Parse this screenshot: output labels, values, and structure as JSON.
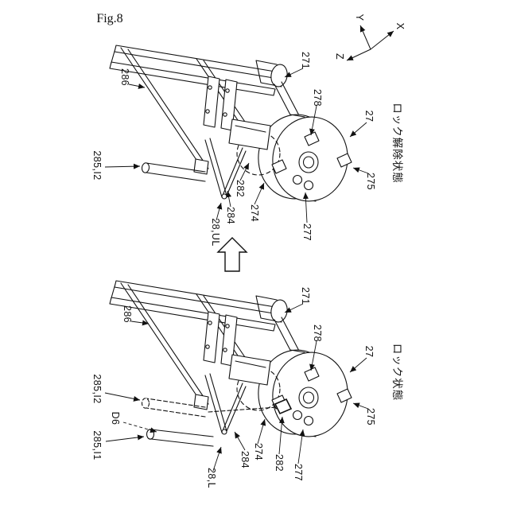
{
  "figure_title": "Fig.8",
  "axes": {
    "x_label": "X",
    "y_label": "Y",
    "z_label": "Z"
  },
  "top_diagram": {
    "state_label": "ロック解除状態",
    "labels": {
      "r271": "271",
      "r286": "286",
      "r285i2": "285,I2",
      "r28": "28,UL",
      "r284": "284",
      "r282": "282",
      "r274": "274",
      "r277": "277",
      "r278": "278",
      "r27": "27",
      "r275": "275"
    }
  },
  "bottom_diagram": {
    "state_label": "ロック状態",
    "labels": {
      "r271": "271",
      "r286": "286",
      "r285i2": "285,I2",
      "rd6": "D6",
      "r285i1": "285,I1",
      "r28": "28,L",
      "r284": "284",
      "r274": "274",
      "r282": "282",
      "r277": "277",
      "r278": "278",
      "r27": "27",
      "r275": "275"
    }
  }
}
